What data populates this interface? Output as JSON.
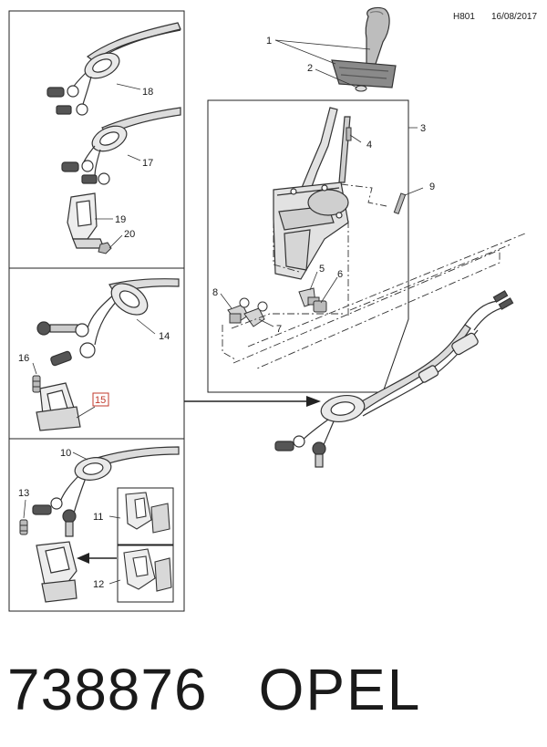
{
  "header": {
    "code": "H801",
    "date": "16/08/2017"
  },
  "callouts": {
    "c1": "1",
    "c2": "2",
    "c3": "3",
    "c4": "4",
    "c5": "5",
    "c6": "6",
    "c7": "7",
    "c8": "8",
    "c9": "9",
    "c10": "10",
    "c11": "11",
    "c12": "12",
    "c13": "13",
    "c14": "14",
    "c15": "15",
    "c16": "16",
    "c17": "17",
    "c18": "18",
    "c19": "19",
    "c20": "20"
  },
  "highlight_color": "#c0392b",
  "footer": {
    "part_number": "738876",
    "brand": "OPEL"
  }
}
